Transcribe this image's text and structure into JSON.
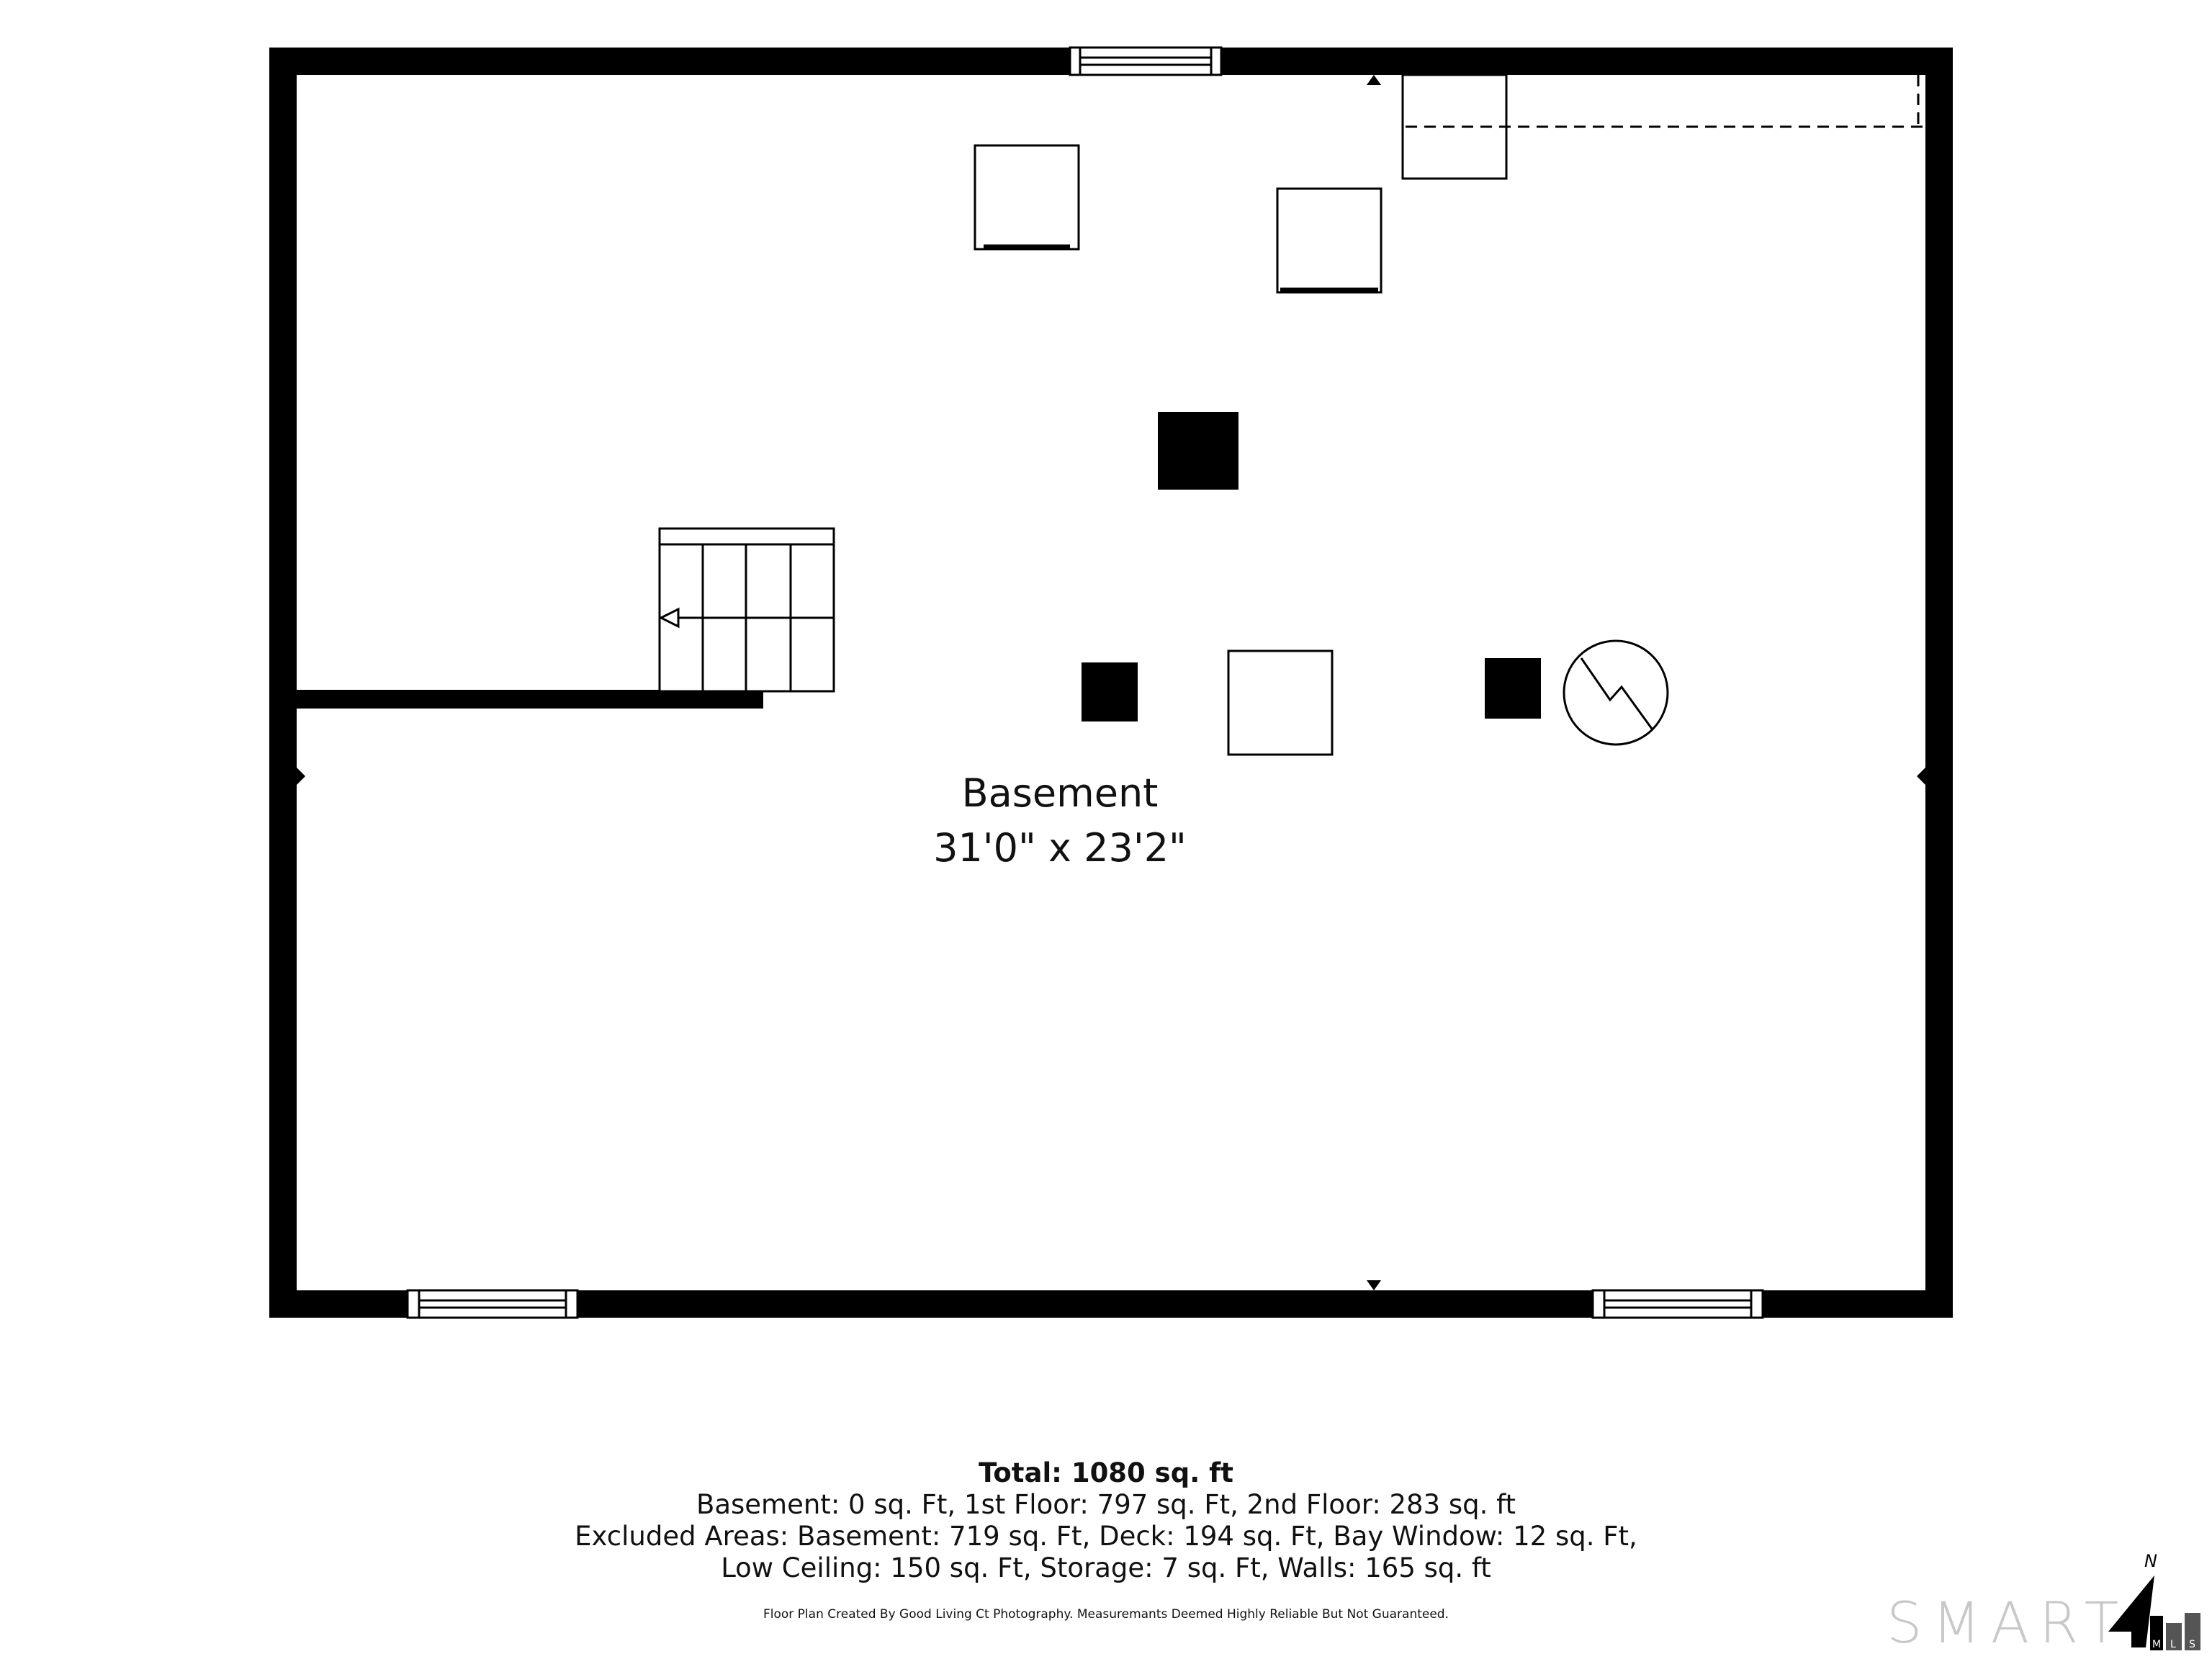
{
  "room": {
    "name": "Basement",
    "dimensions": "31'0\" x 23'2\""
  },
  "summary": {
    "total": "Total: 1080 sq. ft",
    "line1": "Basement: 0 sq. Ft, 1st Floor: 797 sq. Ft, 2nd Floor: 283 sq. ft",
    "line2": "Excluded Areas: Basement: 719 sq. Ft, Deck: 194 sq. Ft, Bay Window: 12 sq. Ft,",
    "line3": "Low Ceiling: 150 sq. Ft, Storage: 7 sq. Ft, Walls: 165 sq. ft"
  },
  "credit": "Floor Plan Created By Good Living Ct Photography. Measuremants Deemed Highly Reliable But Not Guaranteed.",
  "logo": {
    "text": "SMART",
    "badge_letters": [
      "M",
      "L",
      "S"
    ],
    "compass": "N"
  },
  "colors": {
    "wall": "#000000",
    "logo": "#c8c8c8"
  }
}
